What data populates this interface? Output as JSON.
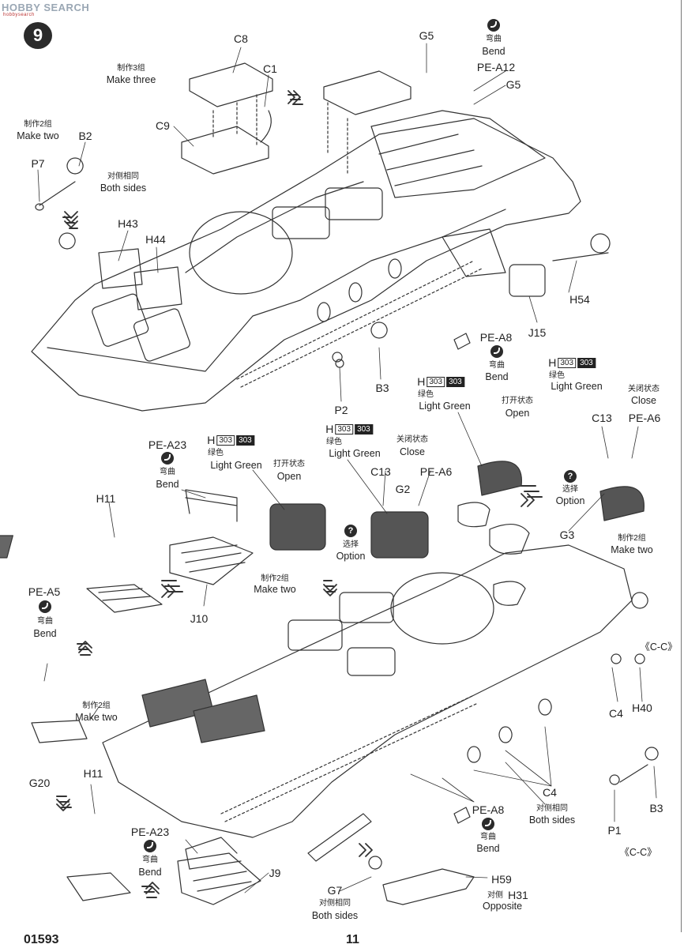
{
  "watermark": {
    "brand": "HOBBY SEARCH",
    "site": "hobbysearch"
  },
  "step": {
    "number": "9"
  },
  "footer": {
    "product_code": "01593",
    "page_number": "11"
  },
  "parts": {
    "C8": "C8",
    "C1": "C1",
    "C9": "C9",
    "G5_top": "G5",
    "PE_A12": "PE-A12",
    "G5_mid": "G5",
    "B2": "B2",
    "P7": "P7",
    "H43": "H43",
    "H44": "H44",
    "H54": "H54",
    "J15": "J15",
    "PE_A8_top": "PE-A8",
    "B3_top": "B3",
    "P2": "P2",
    "C13_right": "C13",
    "PE_A6_right": "PE-A6",
    "PE_A23_top": "PE-A23",
    "H11_top": "H11",
    "J10": "J10",
    "C13_mid": "C13",
    "G2": "G2",
    "PE_A6_mid": "PE-A6",
    "G3": "G3",
    "PE_A5": "PE-A5",
    "G20": "G20",
    "H11_bottom": "H11",
    "PE_A23_bottom": "PE-A23",
    "J9": "J9",
    "C4_right": "C4",
    "H40": "H40",
    "C4_bottom": "C4",
    "PE_A8_bottom": "PE-A8",
    "B3_bottom": "B3",
    "P1": "P1",
    "G7": "G7",
    "H59": "H59",
    "H31": "H31"
  },
  "notes": {
    "make_three_cn": "制作3组",
    "make_three_en": "Make three",
    "make_two_cn": "制作2组",
    "make_two_en": "Make two",
    "both_sides_cn": "对侧相同",
    "both_sides_en": "Both sides",
    "bend_cn": "弯曲",
    "bend_en": "Bend",
    "option_cn": "选择",
    "option_en": "Option",
    "open_cn": "打开状态",
    "open_en": "Open",
    "close_cn": "关闭状态",
    "close_en": "Close",
    "light_green_cn": "绿色",
    "light_green_en": "Light Green",
    "opposite_cn": "对侧",
    "opposite_en": "Opposite",
    "section_cc": "《C-C》"
  },
  "paint": {
    "prefix": "H",
    "code_a": "303",
    "code_b": "303"
  },
  "icons": {
    "bend": "bend-icon",
    "option": "option-question-icon",
    "step": "step-number-badge"
  }
}
